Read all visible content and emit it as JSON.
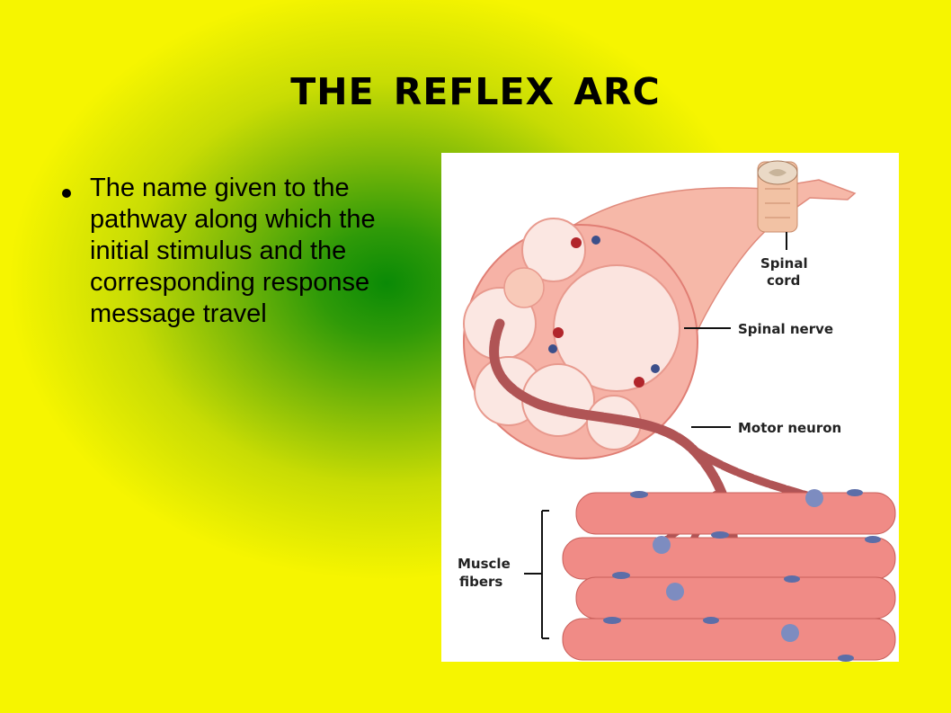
{
  "slide": {
    "title": "The Reflex Arc",
    "bullets": [
      "The name given to the pathway along which the initial stimulus and the corresponding response message travel"
    ]
  },
  "figure": {
    "labels": {
      "spinal_cord_line1": "Spinal",
      "spinal_cord_line2": "cord",
      "spinal_nerve": "Spinal nerve",
      "motor_neuron": "Motor neuron",
      "muscle_fibers_line1": "Muscle",
      "muscle_fibers_line2": "fibers"
    },
    "colors": {
      "nerve": "#f4a99a",
      "muscle": "#f08b86",
      "axon": "#b05455",
      "nucleus": "#5c6ea8"
    }
  }
}
